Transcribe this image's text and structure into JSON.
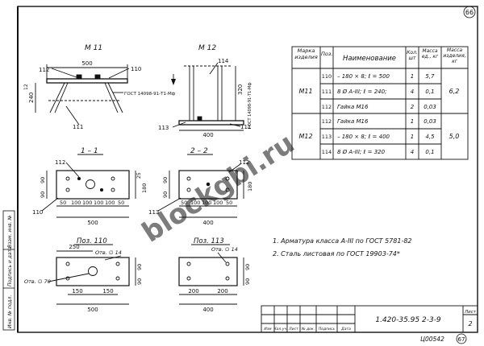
{
  "page_number": "66",
  "page_number_bottom": "67",
  "archive_code": "Ц00542",
  "doc_code": "1.420-35.95 2-3-9",
  "sheet_label": "Лист",
  "sheet_number": "2",
  "watermark": "blockgbi.ru",
  "left_margin_labels": [
    "Инв. № подл.",
    "Подпись и дата",
    "Взам. инв. №"
  ],
  "title_block_headers": [
    "Изм",
    "Кол.уч.",
    "Лист",
    "№ док.",
    "Подпись",
    "Дата"
  ],
  "views": {
    "m11": {
      "title": "М 11",
      "dims": {
        "width": "500",
        "height": "240",
        "h_small": "12"
      },
      "callouts": [
        "112",
        "110",
        "111"
      ],
      "gost_note": "ГОСТ 14098-91-Т1-Мф"
    },
    "m12": {
      "title": "М 12",
      "dims": {
        "height": "320",
        "width": "400"
      },
      "callouts": [
        "114",
        "113",
        "111"
      ],
      "gost_note": "ГОСТ 14098-91-Т1-Мф"
    },
    "sec11": {
      "title": "1 – 1",
      "dims": {
        "left_v": [
          "90",
          "90"
        ],
        "right_v": [
          "25",
          "180"
        ],
        "h": [
          "50",
          "100",
          "100",
          "100",
          "100",
          "50"
        ],
        "total": "500"
      },
      "callouts": [
        "112",
        "110"
      ]
    },
    "sec22": {
      "title": "2 – 2",
      "dims": {
        "left_v": [
          "90",
          "90"
        ],
        "right_v": [
          "180"
        ],
        "h": [
          "50",
          "100",
          "100",
          "100",
          "50"
        ],
        "total": "400"
      },
      "callouts": [
        "112",
        "113"
      ]
    },
    "pos110": {
      "title": "Поз. 110",
      "dims": {
        "top": "250",
        "bottom": [
          "150",
          "150"
        ],
        "total": "500",
        "right_v": [
          "90",
          "90"
        ]
      },
      "notes": [
        "Отв. ∅ 14",
        "Отв. ∅ 70"
      ]
    },
    "pos113": {
      "title": "Поз. 113",
      "dims": {
        "bottom": [
          "200",
          "200"
        ],
        "total": "400",
        "right_v": [
          "90",
          "90"
        ]
      },
      "notes": [
        "Отв. ∅ 14"
      ]
    }
  },
  "spec_table": {
    "headers": [
      "Марка изделия",
      "Поз.",
      "Наименование",
      "Кол. шт",
      "Масса ед., кг",
      "Масса изделия, кг"
    ],
    "groups": [
      {
        "mark": "М11",
        "total": "6,2",
        "rows": [
          {
            "pos": "110",
            "name": "– 180 × 8; ℓ = 500",
            "qty": "1",
            "mass": "5,7"
          },
          {
            "pos": "111",
            "name": "8 Ø A-III; ℓ = 240;",
            "qty": "4",
            "mass": "0,1"
          },
          {
            "pos": "112",
            "name": "Гайка М16",
            "qty": "2",
            "mass": "0,03"
          }
        ]
      },
      {
        "mark": "М12",
        "total": "5,0",
        "rows": [
          {
            "pos": "112",
            "name": "Гайка М16",
            "qty": "1",
            "mass": "0,03"
          },
          {
            "pos": "113",
            "name": "– 180 × 8; ℓ = 400",
            "qty": "1",
            "mass": "4,5"
          },
          {
            "pos": "114",
            "name": "8 Ø A-III; ℓ = 320",
            "qty": "4",
            "mass": "0,1"
          }
        ]
      }
    ]
  },
  "notes": [
    "1. Арматура класса А-III по ГОСТ 5781-82",
    "2. Сталь листовая по ГОСТ 19903-74*"
  ]
}
